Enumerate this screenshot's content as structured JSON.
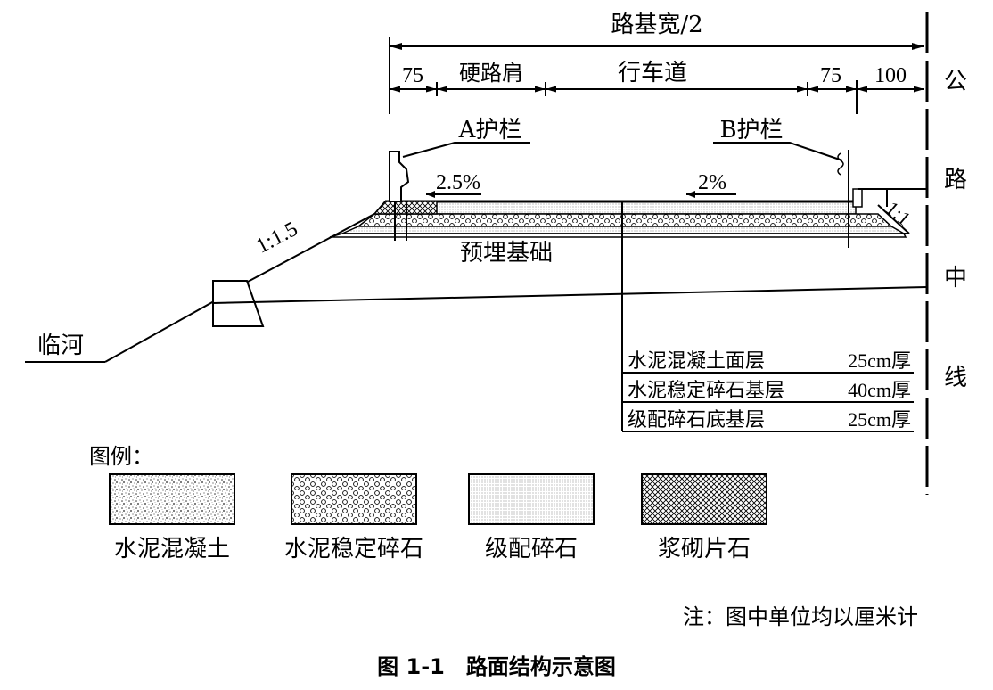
{
  "dimensions": {
    "total": "路基宽/2",
    "left_offset": "75",
    "hard_shoulder": "硬路肩",
    "carriageway": "行车道",
    "right_offset": "75",
    "median": "100"
  },
  "centerline_chars": [
    "公",
    "路",
    "中",
    "线"
  ],
  "guardrails": {
    "a": "A护栏",
    "b": "B护栏"
  },
  "slopes": {
    "shoulder": "2.5%",
    "carriageway": "2%",
    "embankment": "1:1.5",
    "right_edge": "1:1"
  },
  "foundation_label": "预埋基础",
  "river_label": "临河",
  "layers": [
    {
      "name": "水泥混凝土面层",
      "thickness": "25cm厚"
    },
    {
      "name": "水泥稳定碎石基层",
      "thickness": "40cm厚"
    },
    {
      "name": "级配碎石底基层",
      "thickness": "25cm厚"
    }
  ],
  "legend": {
    "title": "图例：",
    "items": [
      {
        "label": "水泥混凝土",
        "pattern": "speckle"
      },
      {
        "label": "水泥稳定碎石",
        "pattern": "circles"
      },
      {
        "label": "级配碎石",
        "pattern": "fine-dots"
      },
      {
        "label": "浆砌片石",
        "pattern": "crosshatch"
      }
    ]
  },
  "note": "注：图中单位均以厘米计",
  "caption": "图 1-1　路面结构示意图"
}
